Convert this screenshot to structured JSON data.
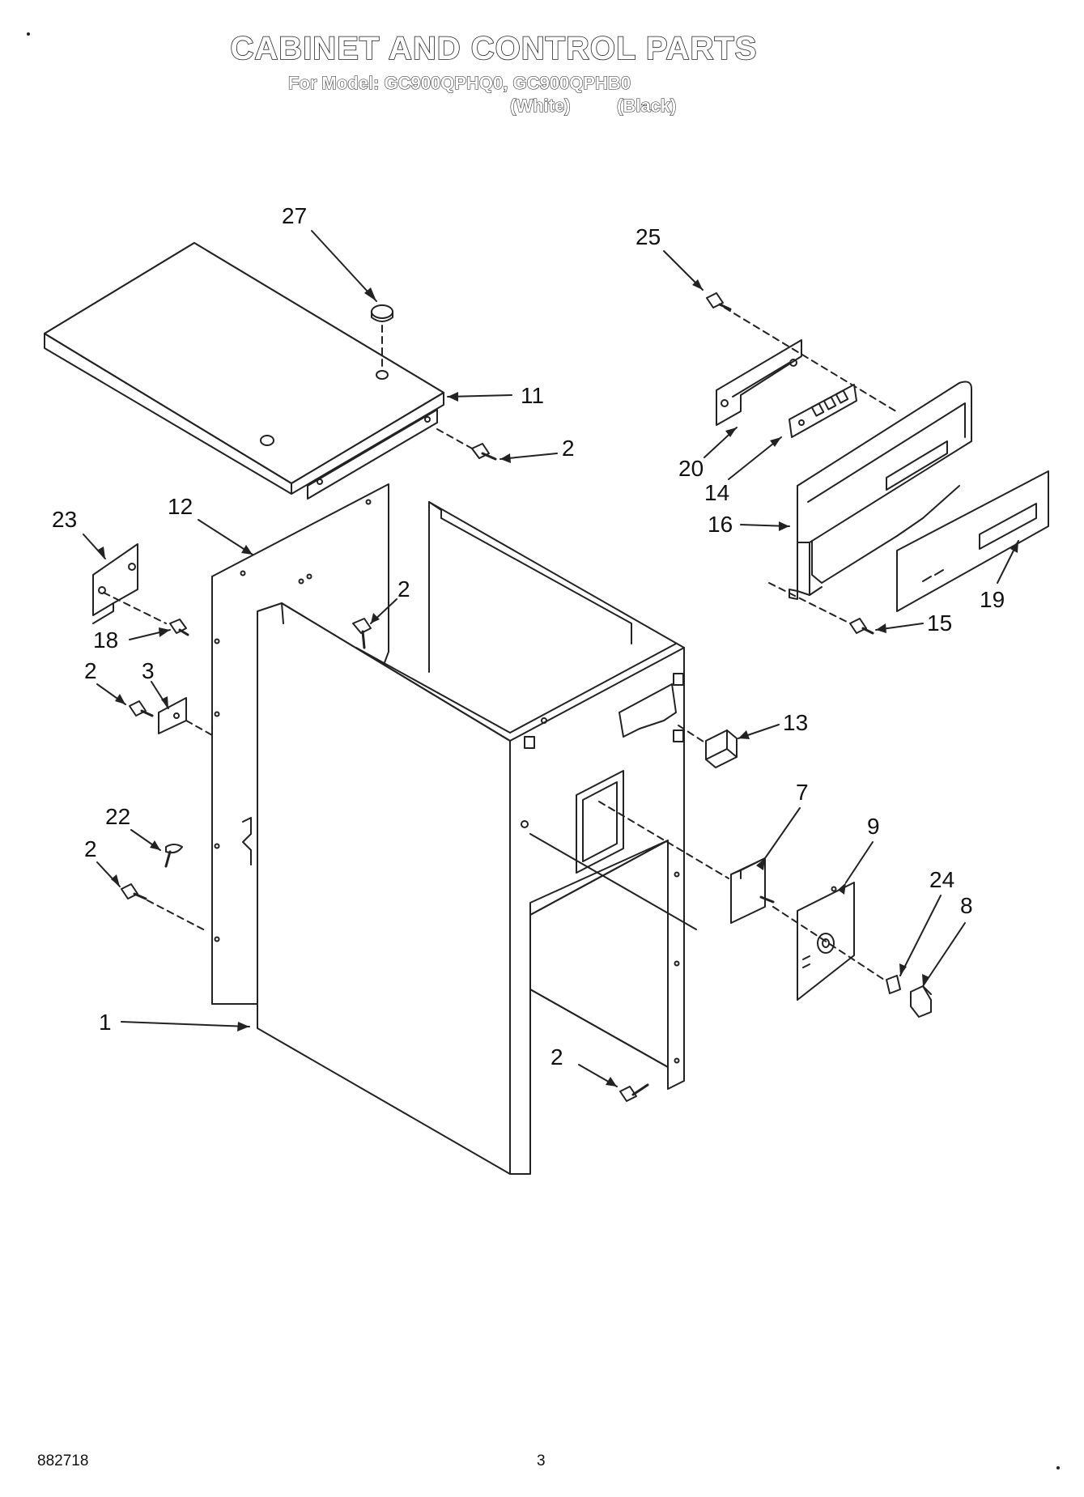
{
  "header": {
    "title": "CABINET AND CONTROL PARTS",
    "model_line": "For Model: GC900QPHQ0, GC900QPHB0",
    "color_white": "(White)",
    "color_black": "(Black)"
  },
  "diagram": {
    "callouts": [
      "27",
      "11",
      "2",
      "12",
      "23",
      "18",
      "2",
      "3",
      "2",
      "22",
      "2",
      "1",
      "25",
      "20",
      "14",
      "16",
      "19",
      "15",
      "13",
      "7",
      "9",
      "24",
      "8",
      "2"
    ]
  },
  "footer": {
    "doc_number": "882718",
    "page_number": "3"
  }
}
